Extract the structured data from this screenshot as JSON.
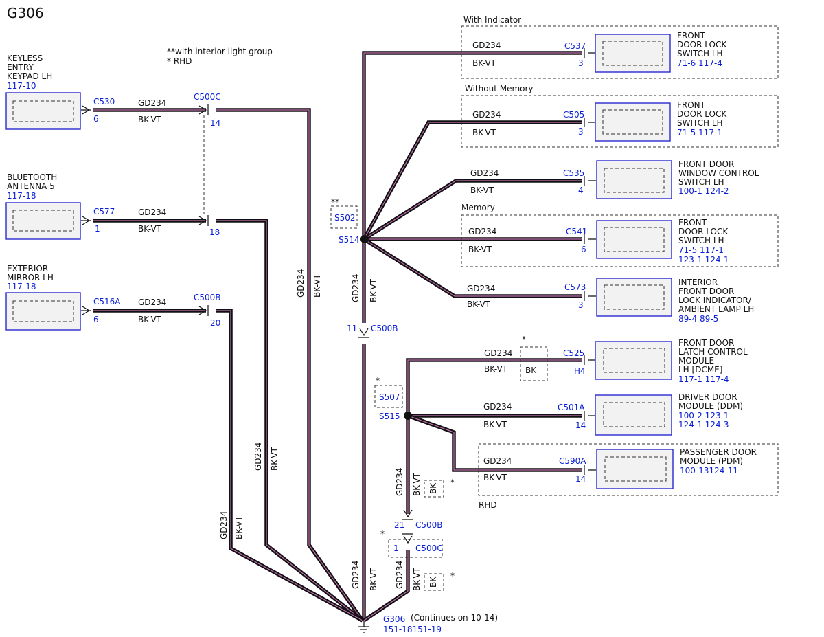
{
  "title": "G306",
  "notes": {
    "double_star": "**with interior light group",
    "star": "*  RHD"
  },
  "wire": {
    "color_code": "BK-VT",
    "circuit": "GD234"
  },
  "components": {
    "keyless": {
      "name": [
        "KEYLESS",
        "ENTRY",
        "KEYPAD LH"
      ],
      "ref": "117-10",
      "conn": "C530",
      "pin": "6"
    },
    "bluetooth": {
      "name": [
        "BLUETOOTH",
        "ANTENNA 5"
      ],
      "ref": "117-18",
      "conn": "C577",
      "pin": "1"
    },
    "mirror": {
      "name": [
        "EXTERIOR",
        "MIRROR LH"
      ],
      "ref": "117-18",
      "conn": "C516A",
      "pin": "6"
    },
    "fdls_ind": {
      "name": [
        "FRONT",
        "DOOR LOCK",
        "SWITCH LH"
      ],
      "ref": "71-6   117-4",
      "conn": "C537",
      "pin": "3"
    },
    "fdls_nomem": {
      "name": [
        "FRONT",
        "DOOR LOCK",
        "SWITCH LH"
      ],
      "ref": "71-5   117-1",
      "conn": "C505",
      "pin": "3"
    },
    "fdwc": {
      "name": [
        "FRONT DOOR",
        "WINDOW CONTROL",
        "SWITCH LH"
      ],
      "ref": "100-1 124-2",
      "conn": "C535",
      "pin": "4"
    },
    "fdls_mem": {
      "name": [
        "FRONT",
        "DOOR LOCK",
        "SWITCH LH"
      ],
      "ref": [
        "71-5   117-1",
        "123-1 124-1"
      ],
      "conn": "C541",
      "pin": "6"
    },
    "interior": {
      "name": [
        "INTERIOR",
        "FRONT DOOR",
        "LOCK INDICATOR/",
        "AMBIENT LAMP LH"
      ],
      "ref": "89-4   89-5",
      "conn": "C573",
      "pin": "3"
    },
    "latch": {
      "name": [
        "FRONT DOOR",
        "LATCH CONTROL",
        "MODULE",
        "LH [DCME]"
      ],
      "ref": "117-1 117-4",
      "conn": "C525",
      "pin": "H4"
    },
    "ddm": {
      "name": [
        "DRIVER DOOR",
        "MODULE (DDM)"
      ],
      "ref": [
        "100-2 123-1",
        "124-1 124-3"
      ],
      "conn": "C501A",
      "pin": "14"
    },
    "pdm": {
      "name": [
        "PASSENGER DOOR",
        "MODULE (PDM)"
      ],
      "ref": "100-13124-11",
      "conn": "C590A",
      "pin": "14"
    }
  },
  "inline": {
    "c500c_top": {
      "conn": "C500C",
      "pin": "14"
    },
    "c500c_bt": {
      "pin": "18"
    },
    "c500b_mirror": {
      "conn": "C500B",
      "pin": "20"
    },
    "c500b_mid": {
      "conn": "C500B",
      "pin": "11"
    },
    "c500b_low": {
      "conn": "C500B",
      "pin": "21"
    },
    "c500c_low": {
      "conn": "C500C",
      "pin": "1"
    }
  },
  "groups": {
    "with_indicator": "With Indicator",
    "without_memory": "Without Memory",
    "memory": "Memory",
    "rhd": "RHD"
  },
  "splices": {
    "s514": "S514",
    "s502": "S502",
    "s515": "S515",
    "s507": "S507"
  },
  "markers": {
    "double_star": "**",
    "star": "*",
    "bk": "BK"
  },
  "ground": {
    "name": "G306",
    "continues": "(Continues on 10-14)",
    "refs": "151-18151-19"
  }
}
